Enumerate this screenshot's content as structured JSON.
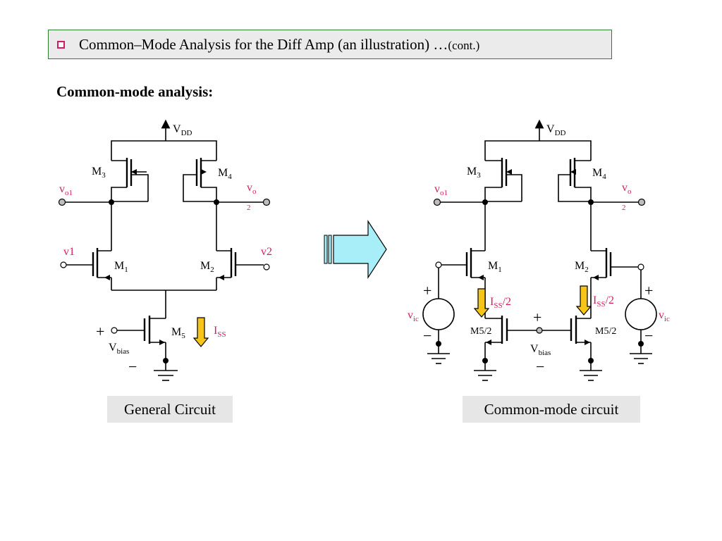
{
  "header": {
    "title_main": "Common–Mode Analysis for the Diff Amp (an illustration) …",
    "title_suffix": "(cont.)"
  },
  "section_heading": "Common-mode analysis:",
  "captions": {
    "left": "General Circuit",
    "right": "Common-mode circuit"
  },
  "arrow_color": "#a8eef8",
  "current_arrow_color": "#f5c518",
  "label_color": "#d81b60",
  "left_circuit": {
    "vdd": "V",
    "vdd_sub": "DD",
    "m3": "M",
    "m3_sub": "3",
    "m4": "M",
    "m4_sub": "4",
    "m1": "M",
    "m1_sub": "1",
    "m2": "M",
    "m2_sub": "2",
    "m5": "M",
    "m5_sub": "5",
    "vo1": "v",
    "vo1_sub": "o1",
    "vo": "v",
    "vo_sub": "o",
    "vo_extra": "2",
    "v1": "v1",
    "v2": "v2",
    "iss": "I",
    "iss_sub": "SS",
    "vbias": "V",
    "vbias_sub": "bias",
    "plus": "+",
    "minus": "−"
  },
  "right_circuit": {
    "vdd": "V",
    "vdd_sub": "DD",
    "m3": "M",
    "m3_sub": "3",
    "m4": "M",
    "m4_sub": "4",
    "m1": "M",
    "m1_sub": "1",
    "m2": "M",
    "m2_sub": "2",
    "vo1": "v",
    "vo1_sub": "o1",
    "vo": "v",
    "vo_sub": "o",
    "vo_extra": "2",
    "vic": "v",
    "vic_sub": "ic",
    "iss_half_i": "I",
    "iss_half_sub": "SS",
    "iss_half_rest": "/2",
    "m5_half": "M5/2",
    "vbias": "V",
    "vbias_sub": "bias",
    "plus": "+",
    "minus": "−"
  }
}
